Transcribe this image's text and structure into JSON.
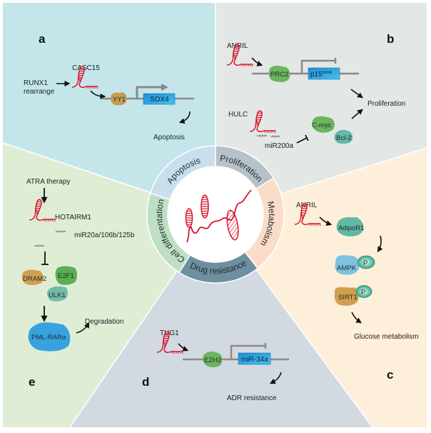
{
  "figure": {
    "colors": {
      "sector_a": "#c4e6ea",
      "sector_b": "#e3e7e6",
      "sector_c": "#fdefd9",
      "sector_d": "#d2d9e0",
      "sector_e": "#e0edd5",
      "ring_apoptosis": "#c9dfee",
      "ring_proliferation": "#b6c2c8",
      "ring_metabolism": "#fbdcc8",
      "ring_drug_resistance": "#6e8fa0",
      "ring_cell_differentiation": "#bedfc3",
      "lncrna_red": "#d9132c",
      "gene_blue": "#29a3df",
      "arrow_gray": "#8a8a8a",
      "protein_green": "#66b35a",
      "protein_teal": "#5db6a3",
      "protein_tan": "#cf9c4e",
      "protein_blue": "#4db1e3"
    },
    "ring": {
      "segments": [
        "Apoptosis",
        "Proliferation",
        "Metabolism",
        "Drug resistance",
        "Cell differentation"
      ]
    },
    "panel_a": {
      "letter": "a",
      "trigger_line1": "RUNX1",
      "trigger_line2": "rearrange",
      "lncrna": "CASC15",
      "protein": "YY1",
      "gene": "SOX4",
      "outcome": "Apoptosis"
    },
    "panel_b": {
      "letter": "b",
      "lncrna1": "ANRIL",
      "protein1": "PRC2",
      "gene": "p15",
      "gene_superscript": "INK4b",
      "lncrna2": "HULC",
      "mirna": "miR200a",
      "protein2": "C-myc",
      "protein3": "Bcl-2",
      "outcome": "Proliferation"
    },
    "panel_c": {
      "letter": "c",
      "lncrna": "ANRIL",
      "protein1": "AdipoR1",
      "protein2": "AMPK",
      "protein3": "SIRT1",
      "phospho": "P",
      "outcome": "Glucose metabolism"
    },
    "panel_d": {
      "letter": "d",
      "lncrna": "TUG1",
      "protein": "EZH2",
      "gene": "miR-34a",
      "outcome": "ADR resistance"
    },
    "panel_e": {
      "letter": "e",
      "trigger": "ATRA therapy",
      "lncrna": "HOTAIRM1",
      "mirna": "miR20a/106b/125b",
      "protein1": "DRAM2",
      "protein2": "E2F1",
      "protein3": "ULK1",
      "protein4": "PML-RARα",
      "outcome": "Degradation"
    }
  }
}
